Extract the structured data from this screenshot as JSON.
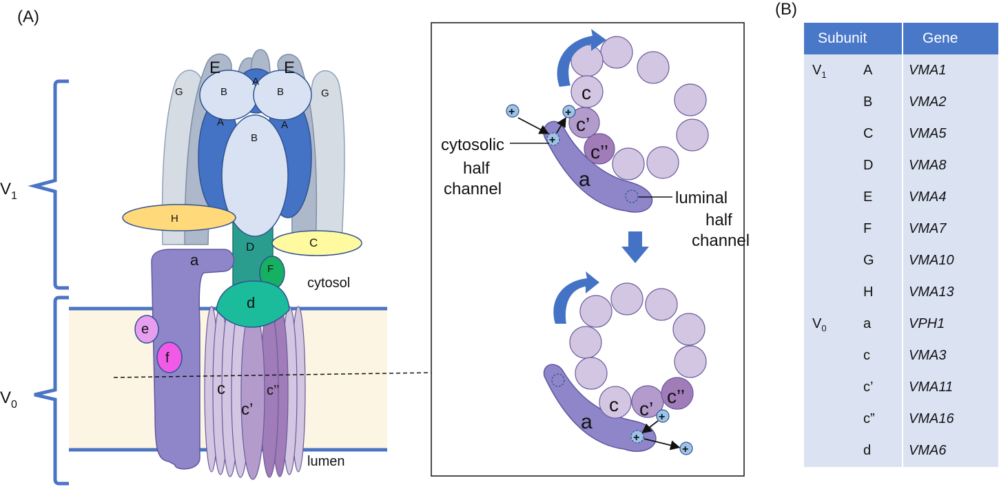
{
  "panel_a": {
    "label": "(A)",
    "sector_v1": {
      "letter": "V",
      "sub": "1"
    },
    "sector_v0": {
      "letter": "V",
      "sub": "0"
    },
    "region_cytosol": "cytosol",
    "region_lumen": "lumen",
    "subunits": {
      "E_left": "E",
      "E_right": "E",
      "G_left": "G",
      "G_right": "G",
      "A_top": "A",
      "A_left": "A",
      "A_right": "A",
      "B_left": "B",
      "B_right": "B",
      "B_center": "B",
      "H": "H",
      "C": "C",
      "D": "D",
      "F": "F",
      "a": "a",
      "d": "d",
      "e": "e",
      "f": "f",
      "c": "c",
      "c_prime": "c’",
      "c_double": "c’’"
    },
    "inset": {
      "top": {
        "a": "a",
        "c": "c",
        "c_prime": "c’",
        "c_double": "c’’"
      },
      "bottom": {
        "a": "a",
        "c": "c",
        "c_prime": "c’",
        "c_double": "c’’"
      },
      "cytosolic_label": [
        "cytosolic",
        "half",
        "channel"
      ],
      "luminal_label": [
        "luminal",
        "half",
        "channel"
      ],
      "proton_symbol": "+"
    }
  },
  "panel_b": {
    "label": "(B)",
    "headers": {
      "subunit": "Subunit",
      "gene": "Gene"
    },
    "rows": [
      {
        "group": "V",
        "group_sub": "1",
        "subunit": "A",
        "gene": "VMA1"
      },
      {
        "group": "",
        "group_sub": "",
        "subunit": "B",
        "gene": "VMA2"
      },
      {
        "group": "",
        "group_sub": "",
        "subunit": "C",
        "gene": "VMA5"
      },
      {
        "group": "",
        "group_sub": "",
        "subunit": "D",
        "gene": "VMA8"
      },
      {
        "group": "",
        "group_sub": "",
        "subunit": "E",
        "gene": "VMA4"
      },
      {
        "group": "",
        "group_sub": "",
        "subunit": "F",
        "gene": "VMA7"
      },
      {
        "group": "",
        "group_sub": "",
        "subunit": "G",
        "gene": "VMA10"
      },
      {
        "group": "",
        "group_sub": "",
        "subunit": "H",
        "gene": "VMA13"
      },
      {
        "group": "V",
        "group_sub": "0",
        "subunit": "a",
        "gene": "VPH1"
      },
      {
        "group": "",
        "group_sub": "",
        "subunit": "c",
        "gene": "VMA3"
      },
      {
        "group": "",
        "group_sub": "",
        "subunit": "c’",
        "gene": "VMA11"
      },
      {
        "group": "",
        "group_sub": "",
        "subunit": "c”",
        "gene": "VMA16"
      },
      {
        "group": "",
        "group_sub": "",
        "subunit": "d",
        "gene": "VMA6"
      }
    ]
  },
  "colors": {
    "membrane_fill": "#fdf5e4",
    "membrane_line": "#4a74c4",
    "bracket": "#4a74c4",
    "subunit_a": "#8e86c8",
    "dark_blue": "#4472c4",
    "light_blue": "#d9e2f3",
    "steel_grey": "#adb9ca",
    "pale_grey": "#d6dce4",
    "teal": "#2a9d8f",
    "green": "#16b062",
    "cyan_d": "#1abc9c",
    "c_ring": "#d2c6e2",
    "c_prime": "#b39bcc",
    "c_double": "#a07cb8",
    "yellow_H": "#ffd97a",
    "yellow_C": "#fffaa0",
    "table_bg": "#dbe3f3",
    "table_head": "#4a78c9"
  }
}
